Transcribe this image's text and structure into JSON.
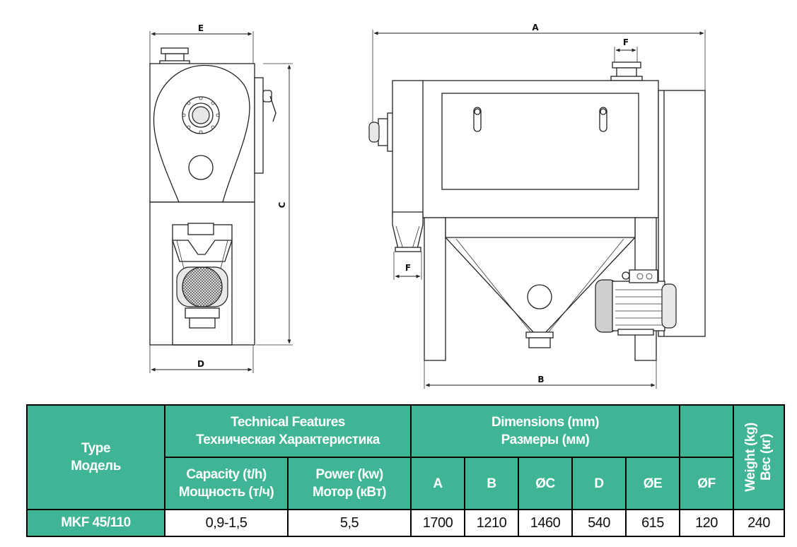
{
  "drawing": {
    "labels": {
      "E": "E",
      "C": "C",
      "D": "D",
      "A": "A",
      "F_top": "F",
      "F_side": "F",
      "B": "B"
    }
  },
  "table": {
    "type_header": {
      "en": "Type",
      "ru": "Модель"
    },
    "tech_header": {
      "en": "Technical Features",
      "ru": "Техническая Характеристика"
    },
    "dims_header": {
      "en": "Dimensions (mm)",
      "ru": "Размеры (мм)"
    },
    "weight_header": {
      "en": "Weight (kg)",
      "ru": "Вес (кг)"
    },
    "capacity_header": {
      "en": "Capacity (t/h)",
      "ru": "Мощность (т/ч)"
    },
    "power_header": {
      "en": "Power (kw)",
      "ru": "Мотор (кВт)"
    },
    "dim_cols": [
      "A",
      "B",
      "ØC",
      "D",
      "ØE",
      "ØF"
    ],
    "row": {
      "model": "MKF 45/110",
      "capacity": "0,9-1,5",
      "power": "5,5",
      "A": "1700",
      "B": "1210",
      "C": "1460",
      "D": "540",
      "E": "615",
      "F": "120",
      "weight": "240"
    }
  }
}
